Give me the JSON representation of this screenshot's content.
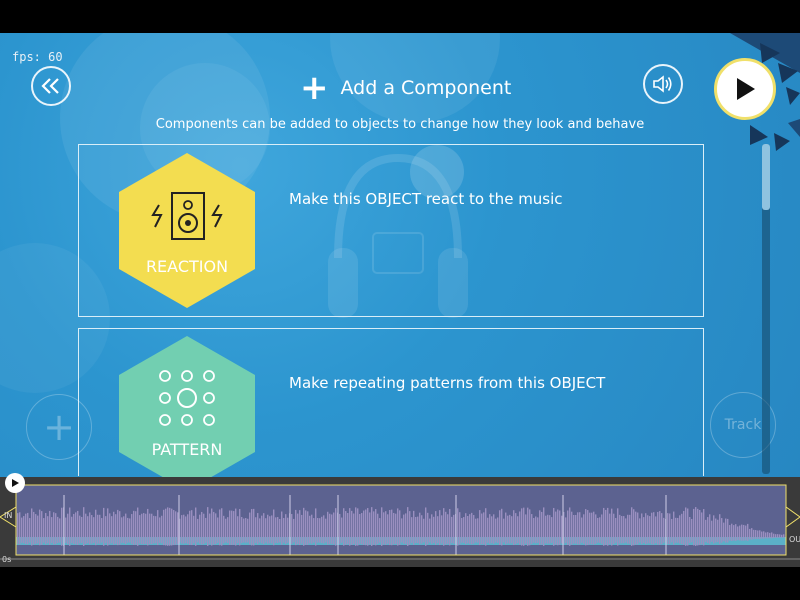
{
  "hud": {
    "fps": "fps: 60"
  },
  "header": {
    "title": "Add a Component",
    "subtitle": "Components can be added to objects to change how they look and behave"
  },
  "components": [
    {
      "label": "REACTION",
      "description": "Make this OBJECT react to the music",
      "color": "#f3dd50",
      "icon": "speaker-icon"
    },
    {
      "label": "PATTERN",
      "description": "Make repeating patterns from this OBJECT",
      "color": "#72cfb1",
      "icon": "dot-grid-icon"
    }
  ],
  "side": {
    "track_label": "Track"
  },
  "timeline": {
    "in_label": "IN",
    "out_label": "OUT",
    "time_label": "0s"
  },
  "colors": {
    "background": "#2c95cf",
    "waveform": "#8b7fb0",
    "band": "#5bb0c8",
    "accent": "#f0e06a"
  }
}
